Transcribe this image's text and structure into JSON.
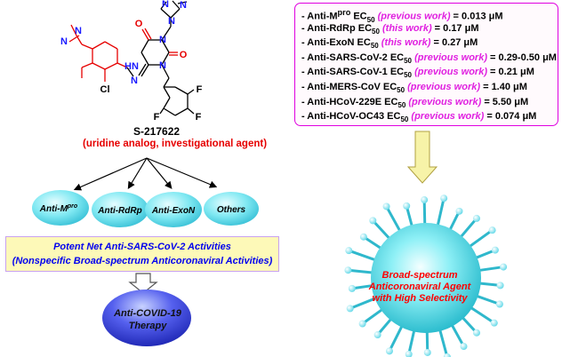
{
  "compound": {
    "name": "S-217622",
    "description": "(uridine analog, investigational agent)",
    "atoms": {
      "n1": "N",
      "n2": "N",
      "n3": "N",
      "n4": "N",
      "n5": "N",
      "nh": "HN",
      "n6": "N",
      "n7": "N",
      "n8": "N",
      "o1": "O",
      "o2": "O",
      "cl": "Cl",
      "f1": "F",
      "f2": "F",
      "f3": "F"
    }
  },
  "targets": [
    {
      "label": "Anti-M",
      "sup": "pro"
    },
    {
      "label": "Anti-RdRp",
      "sup": ""
    },
    {
      "label": "Anti-ExoN",
      "sup": ""
    },
    {
      "label": "Others",
      "sup": ""
    }
  ],
  "activities": [
    {
      "pre": "- Anti-M",
      "sup": "pro",
      "mid": " EC",
      "sub": "50",
      "work": " (previous work)",
      "val": " = 0.013 ",
      "unit": "μM"
    },
    {
      "pre": "- Anti-RdRp",
      "sup": "",
      "mid": " EC",
      "sub": "50",
      "work": " (this work)",
      "val": " = 0.17 ",
      "unit": "μM"
    },
    {
      "pre": "- Anti-ExoN",
      "sup": "",
      "mid": " EC",
      "sub": "50",
      "work": " (this work)",
      "val": " = 0.27 ",
      "unit": "μM"
    },
    {
      "pre": "- Anti-SARS-CoV-2",
      "sup": "",
      "mid": " EC",
      "sub": "50",
      "work": " (previous work)",
      "val": " = 0.29-0.50 ",
      "unit": "μM"
    },
    {
      "pre": "- Anti-SARS-CoV-1",
      "sup": "",
      "mid": " EC",
      "sub": "50",
      "work": " (previous work)",
      "val": " = 0.21 ",
      "unit": "μM"
    },
    {
      "pre": "- Anti-MERS-CoV",
      "sup": "",
      "mid": " EC",
      "sub": "50",
      "work": " (previous work)",
      "val": " = 1.40 ",
      "unit": "μM"
    },
    {
      "pre": "- Anti-HCoV-229E",
      "sup": "",
      "mid": " EC",
      "sub": "50",
      "work": " (previous work)",
      "val": " = 5.50 ",
      "unit": "μM"
    },
    {
      "pre": "- Anti-HCoV-OC43",
      "sup": "",
      "mid": " EC",
      "sub": "50",
      "work": " (previous work)",
      "val": " = 0.074 ",
      "unit": "μM"
    }
  ],
  "potent": {
    "line1": "Potent Net Anti-SARS-CoV-2 Activities",
    "line2": "(Nonspecific Broad-spectrum Anticoronaviral Activities)"
  },
  "therapy": {
    "line1": "Anti-COVID-19",
    "line2": "Therapy"
  },
  "virus": {
    "line1": "Broad-spectrum",
    "line2": "Anticoronaviral Agent",
    "line3": "with High Selectivity"
  },
  "colors": {
    "structure_blue": "#1a1aff",
    "structure_red": "#e60000",
    "box_border": "#e000e0",
    "sphere_cyan": "#7fe8f2",
    "potent_fill": "#fdf9b8",
    "therapy_blue": "#2b35d8",
    "arrow_yellow": "#f7f3a8"
  }
}
